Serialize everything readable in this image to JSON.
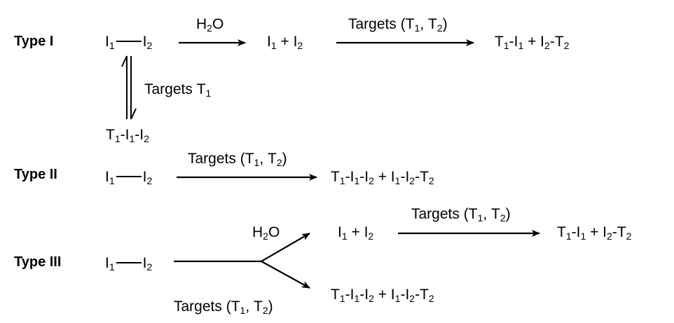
{
  "types": [
    "Type I",
    "Type II",
    "Type III"
  ],
  "exprs": {
    "i1_i2": "I_1——I_2",
    "h2o": "H_2O",
    "i1_plus_i2": "I_1 + I_2",
    "targets_t1_t2": "Targets (T_1, T_2)",
    "t1i1_plus_i2t2": "T_1-I_1 + I_2-T_2",
    "targets_t1": "Targets T_1",
    "t1i1i2": "T_1-I_1-I_2",
    "t1i1i2_plus_i1i2t2": "T_1-I_1-I_2 + I_1-I_2-T_2"
  }
}
